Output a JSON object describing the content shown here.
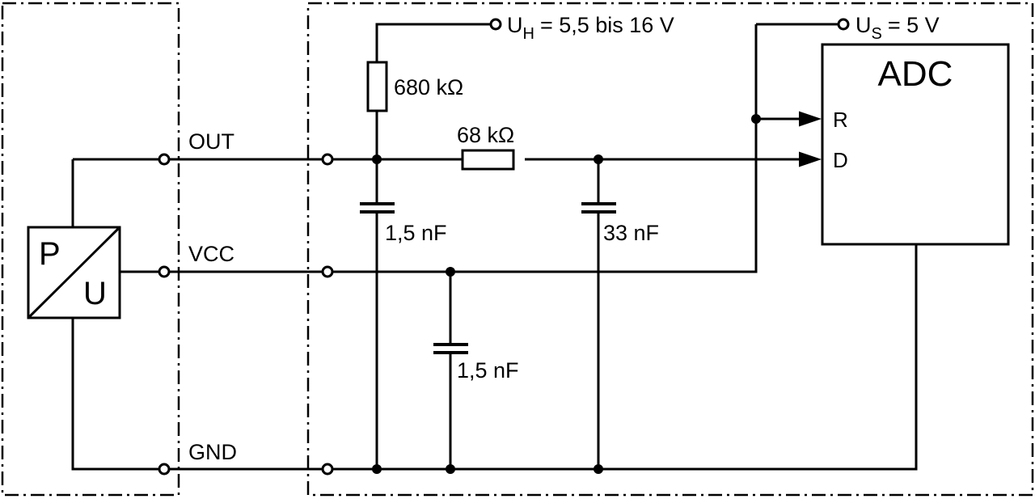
{
  "schematic": {
    "sensor": {
      "symbol_top": "P",
      "symbol_bottom": "U"
    },
    "signals": {
      "out": "OUT",
      "vcc": "VCC",
      "gnd": "GND"
    },
    "supply_h": {
      "base": "U",
      "sub": "H",
      "value": "= 5,5 bis 16 V"
    },
    "supply_s": {
      "base": "U",
      "sub": "S",
      "value": "= 5 V"
    },
    "resistors": {
      "pullup": "680 kΩ",
      "series": "68 kΩ"
    },
    "capacitors": {
      "out_filter": "1,5 nF",
      "mid_filter": "33 nF",
      "vcc_filter": "1,5 nF"
    },
    "adc": {
      "label": "ADC",
      "input_r": "R",
      "input_d": "D"
    }
  },
  "colors": {
    "ink": "#000000",
    "background": "#ffffff"
  }
}
